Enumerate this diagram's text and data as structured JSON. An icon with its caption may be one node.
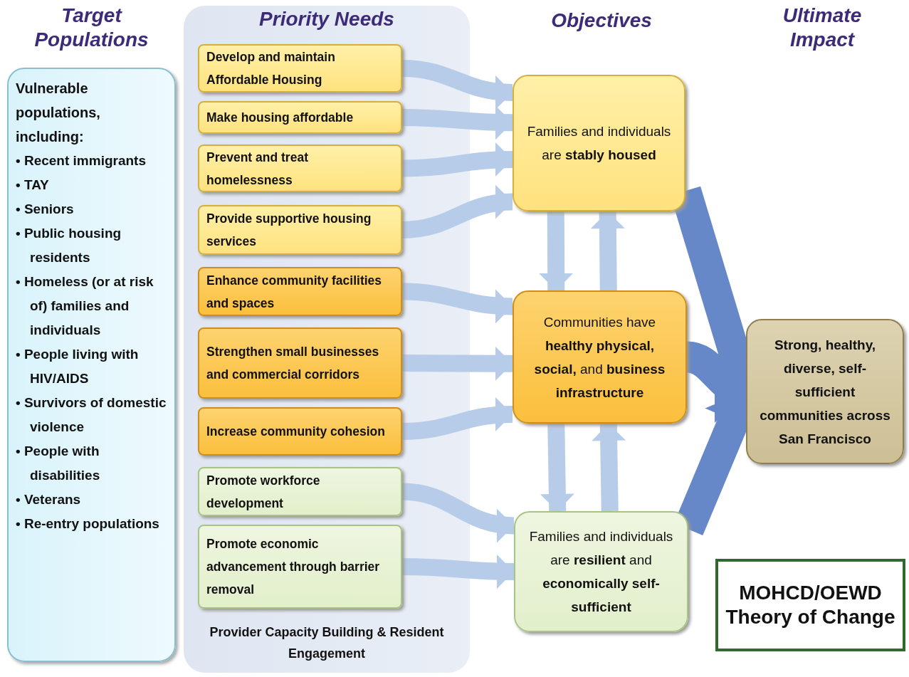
{
  "diagram": {
    "nodes": [
      {
        "text": [
          "Target Populations",
          "Vulnerable populations, including:",
          "• Recent immigrants",
          "• TAY",
          "• Seniors",
          "• Public housing residents",
          "• Homeless (or at risk of) families and individuals",
          "• People living with HIV/AIDS",
          "• Survivors of domestic violence",
          "• People with disabilities",
          "• Veterans",
          "• Re-entry populations"
        ]
      },
      {
        "text": [
          "Priority Needs",
          "Provider Capacity Building & Resident Engagement"
        ]
      },
      {
        "text": [
          "Develop and maintain Affordable Housing"
        ],
        "in": 1
      },
      {
        "text": [
          "Make housing affordable"
        ],
        "in": 1
      },
      {
        "text": [
          "Prevent and treat homelessness"
        ],
        "in": 1
      },
      {
        "text": [
          "Provide supportive housing services"
        ],
        "in": 1
      },
      {
        "text": [
          "Enhance community facilities and spaces"
        ],
        "in": 1
      },
      {
        "text": [
          "Strengthen small businesses and commercial corridors"
        ],
        "in": 1
      },
      {
        "text": [
          "Increase community cohesion"
        ],
        "in": 1
      },
      {
        "text": [
          "Promote workforce development"
        ],
        "in": 1
      },
      {
        "text": [
          "Promote economic advancement through barrier removal"
        ],
        "in": 1
      },
      {
        "text": [
          "Families and individuals are **stably housed**"
        ]
      },
      {
        "text": [
          "Communities have **healthy physical, social,** and **business infrastructure**"
        ]
      },
      {
        "text": [
          "Families and individuals are **resilient** and **economically self-sufficient**"
        ]
      },
      {
        "text": [
          "Strong, healthy, diverse, self-sufficient communities across San Francisco"
        ]
      },
      {
        "text": [
          "MOHCD/OEWD Theory of Change"
        ]
      }
    ],
    "edges": [
      {
        "from": 2,
        "to": 11,
        "arrow": "to"
      },
      {
        "from": 3,
        "to": 11,
        "arrow": "to"
      },
      {
        "from": 4,
        "to": 11,
        "arrow": "to"
      },
      {
        "from": 5,
        "to": 11,
        "arrow": "to"
      },
      {
        "from": 6,
        "to": 12,
        "arrow": "to"
      },
      {
        "from": 7,
        "to": 12,
        "arrow": "to"
      },
      {
        "from": 8,
        "to": 12,
        "arrow": "to"
      },
      {
        "from": 9,
        "to": 13,
        "arrow": "to"
      },
      {
        "from": 10,
        "to": 13,
        "arrow": "to"
      },
      {
        "from": 11,
        "to": 12,
        "arrow": "to"
      },
      {
        "from": 12,
        "to": 11,
        "arrow": "to"
      },
      {
        "from": 12,
        "to": 13,
        "arrow": "to"
      },
      {
        "from": 13,
        "to": 12,
        "arrow": "to"
      },
      {
        "from": 11,
        "to": 14,
        "arrow": "to",
        "style": "thick",
        "color": "#6688c8"
      },
      {
        "from": 12,
        "to": 14,
        "arrow": "to",
        "style": "thick",
        "color": "#6688c8"
      },
      {
        "from": 13,
        "to": 14,
        "arrow": "to",
        "style": "thick",
        "color": "#6688c8"
      }
    ],
    "labels": [
      "Objectives",
      "Ultimate Impact"
    ]
  }
}
